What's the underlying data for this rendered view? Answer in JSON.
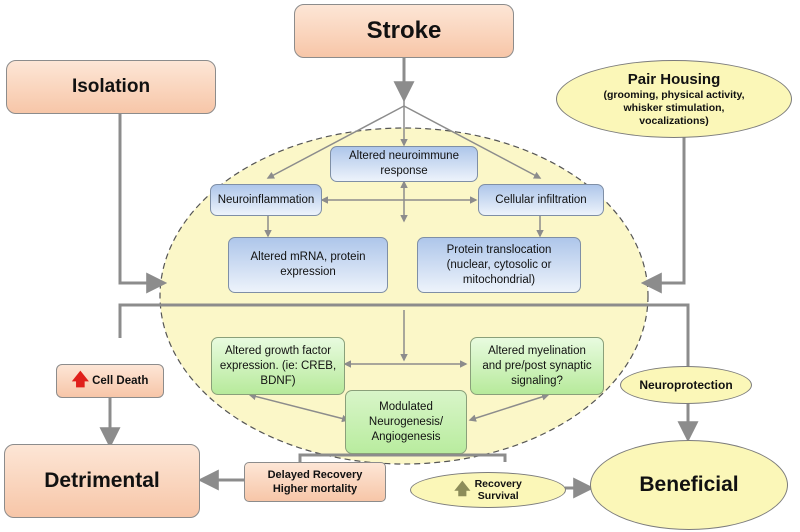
{
  "nodes": {
    "stroke": "Stroke",
    "isolation": "Isolation",
    "pair_housing_title": "Pair Housing",
    "pair_housing_detail": "(grooming, physical activity, whisker stimulation, vocalizations)",
    "neuroimmune": "Altered neuroimmune response",
    "neuroinflammation": "Neuroinflammation",
    "cellular_infiltration": "Cellular infiltration",
    "mrna": "Altered mRNA, protein expression",
    "translocation": "Protein translocation (nuclear, cytosolic or mitochondrial)",
    "growth_factor": "Altered growth factor expression. (ie: CREB, BDNF)",
    "myelination": "Altered myelination and  pre/post synaptic signaling?",
    "neurogenesis": "Modulated Neurogenesis/ Angiogenesis",
    "cell_death": "Cell Death",
    "neuroprotection": "Neuroprotection",
    "detrimental": "Detrimental",
    "beneficial": "Beneficial",
    "delayed_recovery": "Delayed Recovery",
    "higher_mortality": "Higher mortality",
    "recovery": "Recovery",
    "survival": "Survival"
  },
  "colors": {
    "arrow": "#8c8c8c",
    "up_arrow_cell_death": "#e0201b",
    "up_arrow_recovery": "#8c8c5a"
  }
}
